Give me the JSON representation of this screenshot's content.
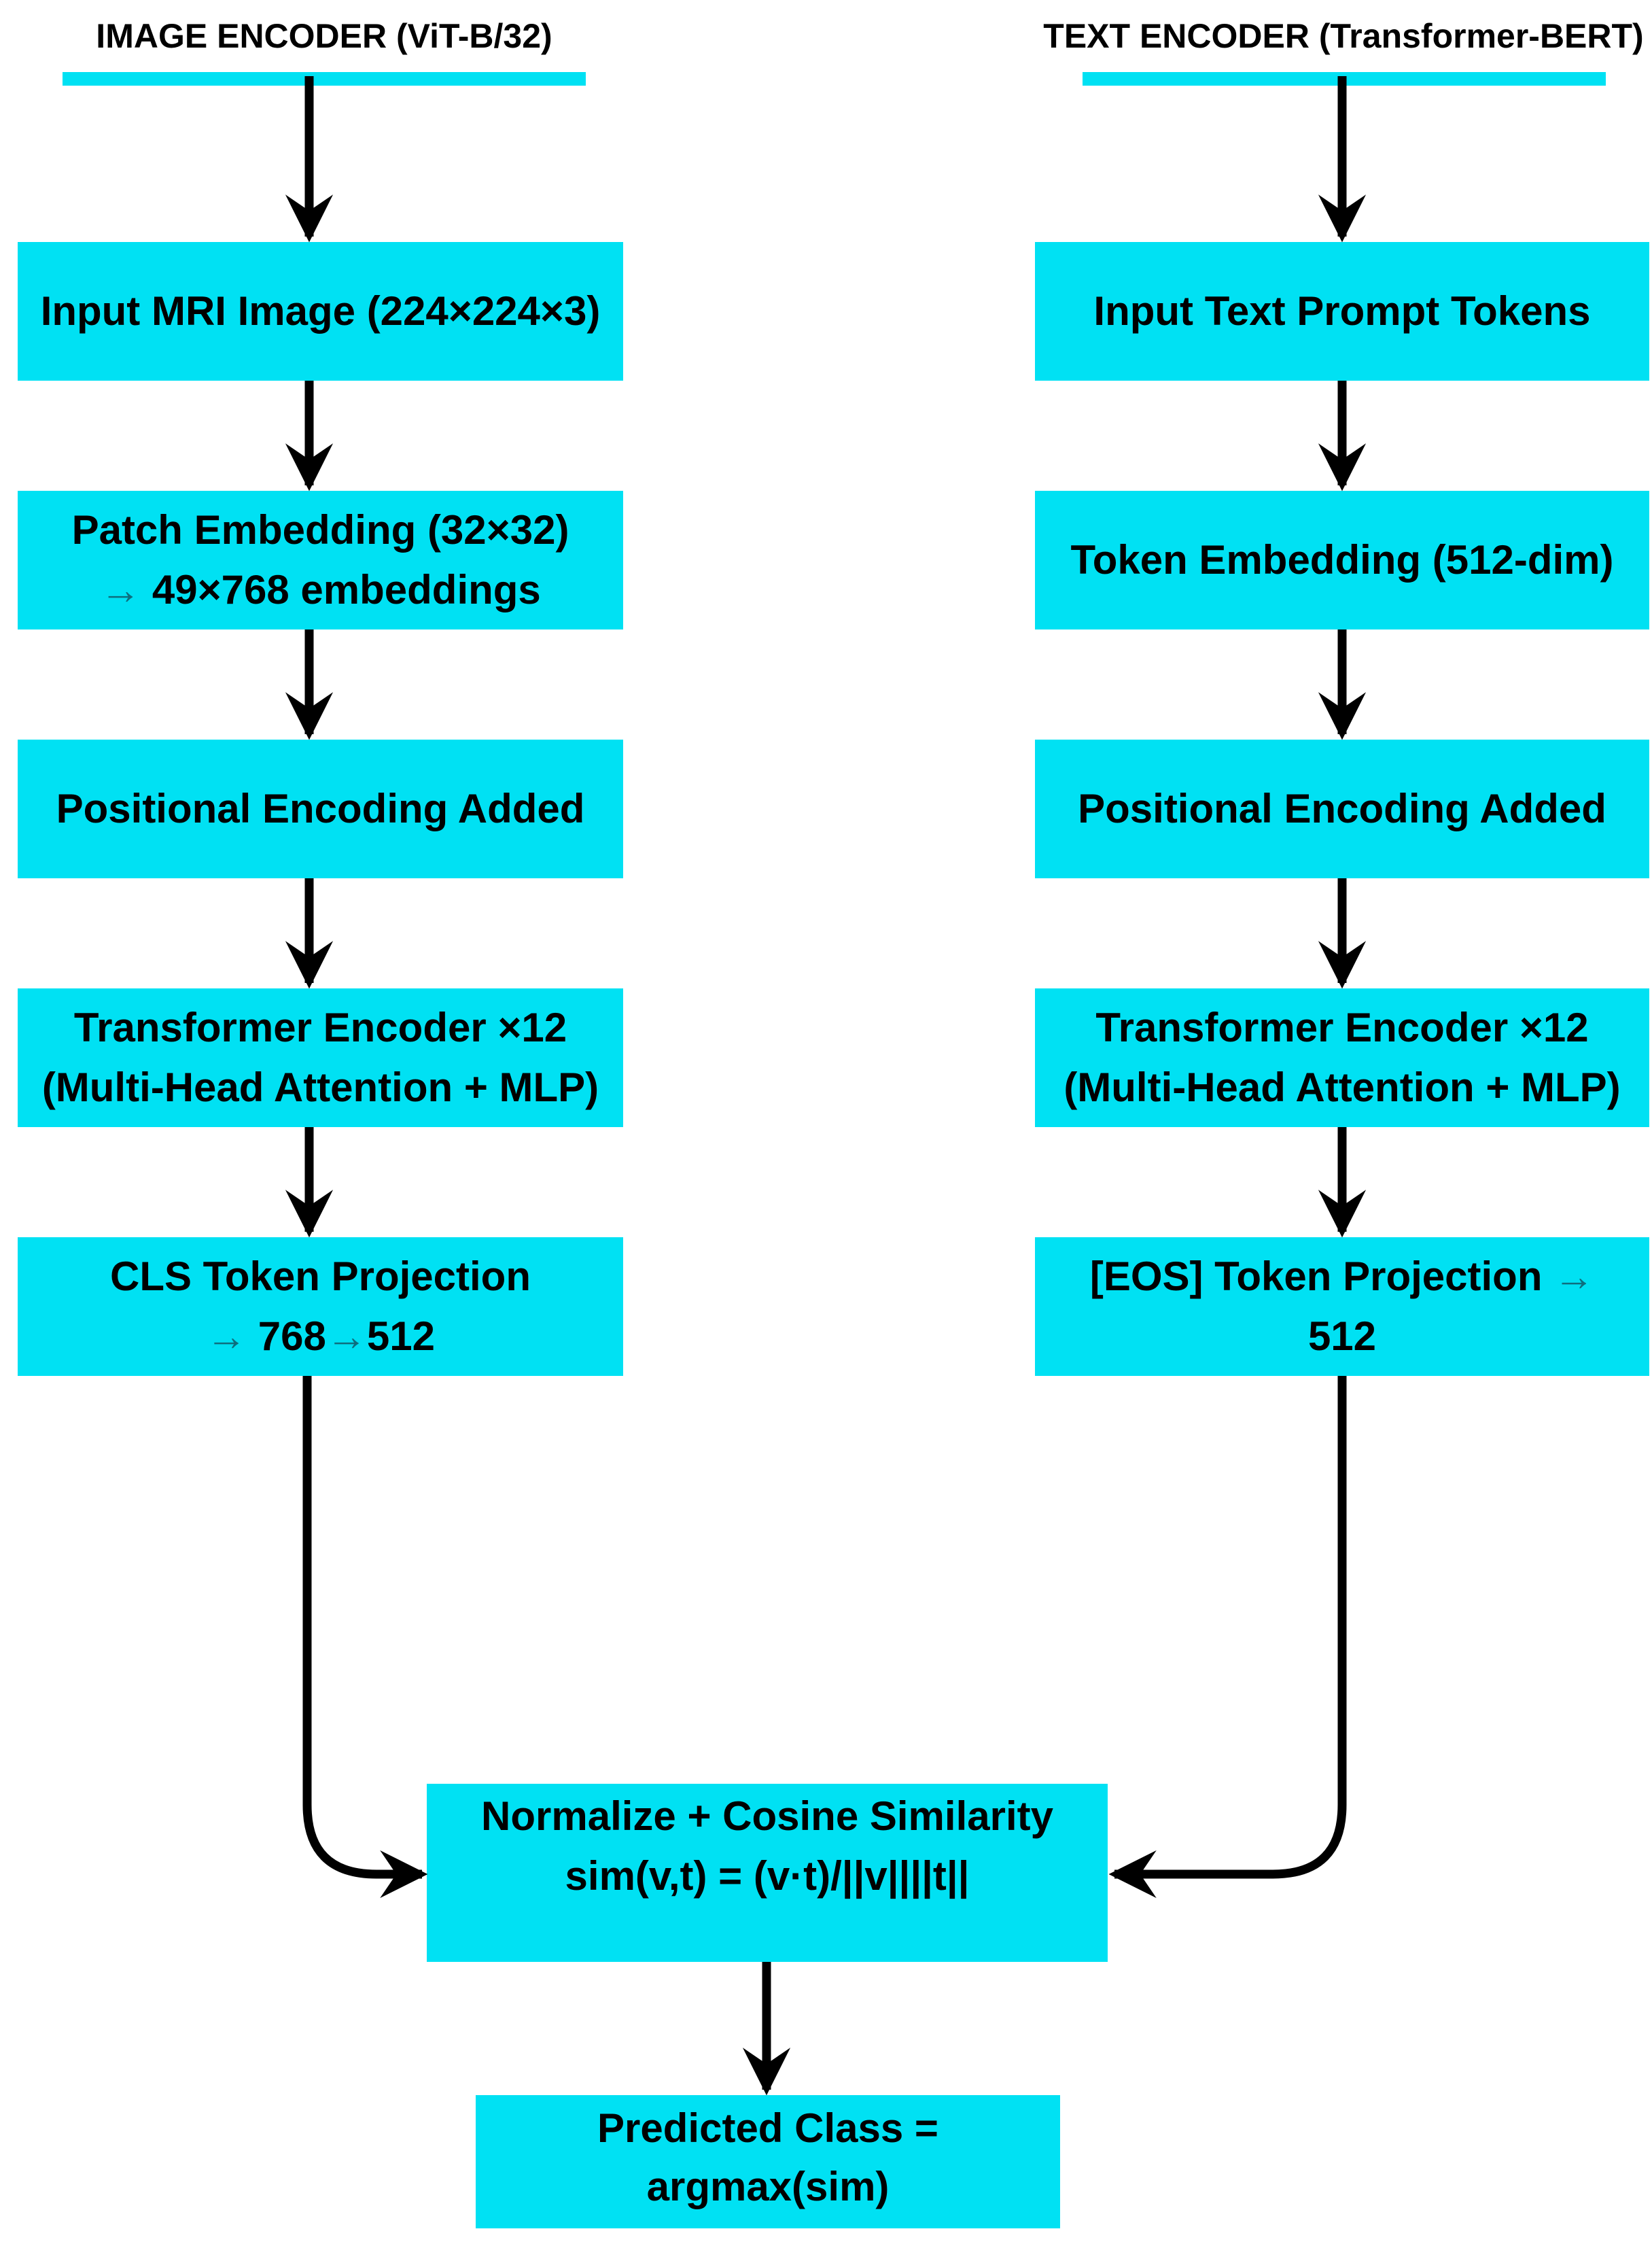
{
  "diagram": {
    "colors": {
      "background": "#ffffff",
      "box_fill": "#00e1f3",
      "underline_fill": "#00e1f3",
      "text": "#000000",
      "arrow": "#000000",
      "inline_arrow": "#0e6e7e"
    },
    "columns": [
      {
        "title": "IMAGE ENCODER (ViT-B/32)",
        "steps": [
          {
            "lines": [
              "Input MRI Image (224×224×3)"
            ]
          },
          {
            "lines": [
              "Patch Embedding (32×32)",
              "→ 49×768 embeddings"
            ]
          },
          {
            "lines": [
              "Positional Encoding Added"
            ]
          },
          {
            "lines": [
              "Transformer Encoder ×12",
              "(Multi-Head Attention + MLP)"
            ]
          },
          {
            "lines": [
              "CLS Token Projection",
              "→ 768→512"
            ]
          }
        ]
      },
      {
        "title": "TEXT ENCODER (Transformer-BERT)",
        "steps": [
          {
            "lines": [
              "Input Text Prompt Tokens"
            ]
          },
          {
            "lines": [
              "Token Embedding (512-dim)"
            ]
          },
          {
            "lines": [
              "Positional Encoding Added"
            ]
          },
          {
            "lines": [
              "Transformer Encoder ×12",
              "(Multi-Head Attention + MLP)"
            ]
          },
          {
            "lines": [
              "[EOS] Token Projection →",
              "512"
            ]
          }
        ]
      }
    ],
    "merge_box": {
      "lines": [
        "Normalize + Cosine Similarity",
        "sim(v,t) = (v·t)/||v||||t||"
      ]
    },
    "output_box": {
      "lines": [
        "Predicted Class =",
        "argmax(sim)"
      ]
    }
  }
}
